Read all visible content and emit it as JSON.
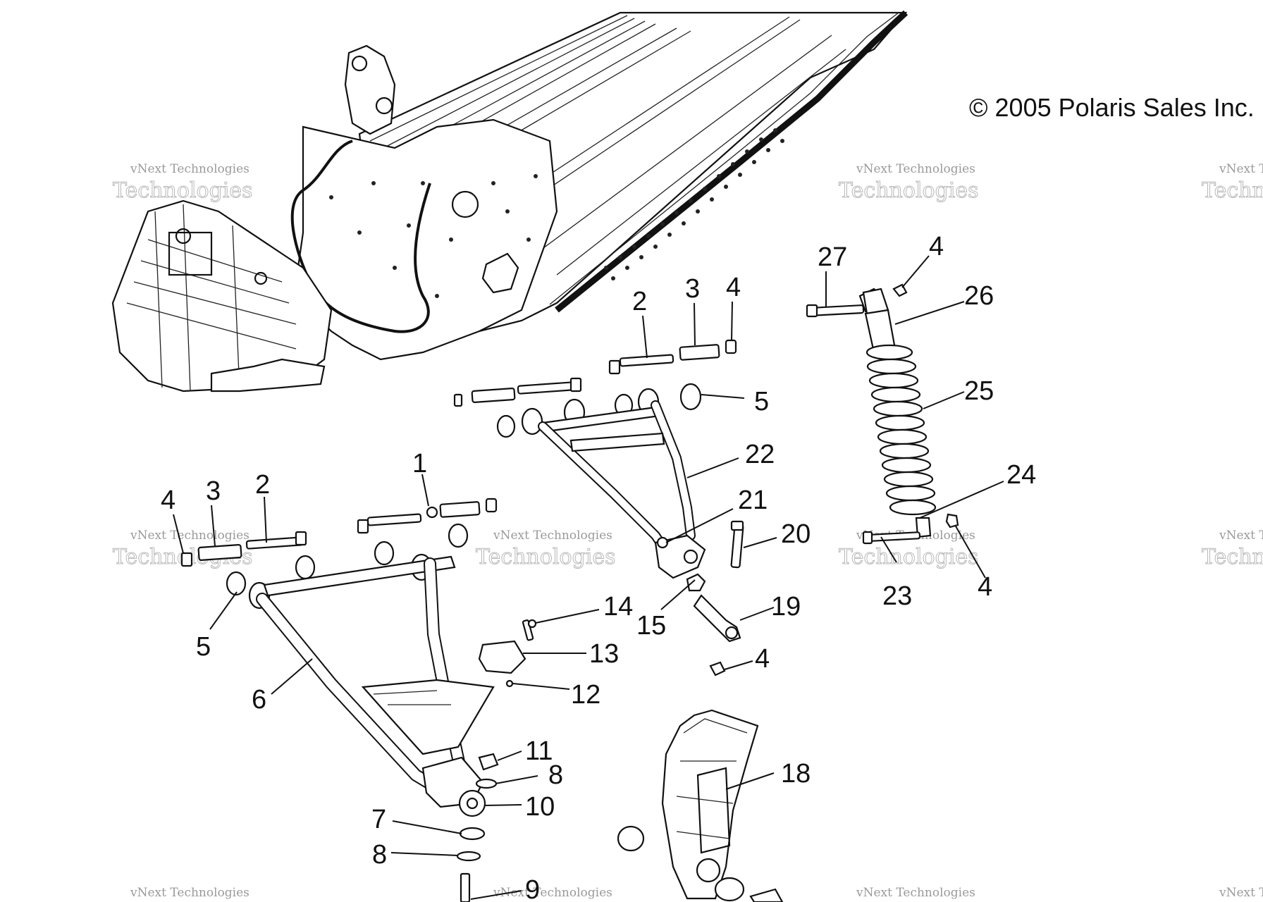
{
  "copyright": "© 2005 Polaris Sales Inc.",
  "watermark": {
    "small": "vNext Technologies",
    "large": "Technologies"
  },
  "callouts": [
    "1",
    "2",
    "3",
    "4",
    "5",
    "6",
    "7",
    "8",
    "9",
    "10",
    "11",
    "12",
    "13",
    "14",
    "15",
    "18",
    "19",
    "20",
    "21",
    "22",
    "23",
    "24",
    "25",
    "26",
    "27"
  ],
  "parts": [
    {
      "name": "chassis-frame",
      "visible_label": ""
    },
    {
      "name": "upper-a-arm",
      "visible_label": "22"
    },
    {
      "name": "lower-a-arm",
      "visible_label": "6"
    },
    {
      "name": "shock-absorber",
      "visible_label": "25"
    },
    {
      "name": "spindle",
      "visible_label": "18"
    }
  ]
}
